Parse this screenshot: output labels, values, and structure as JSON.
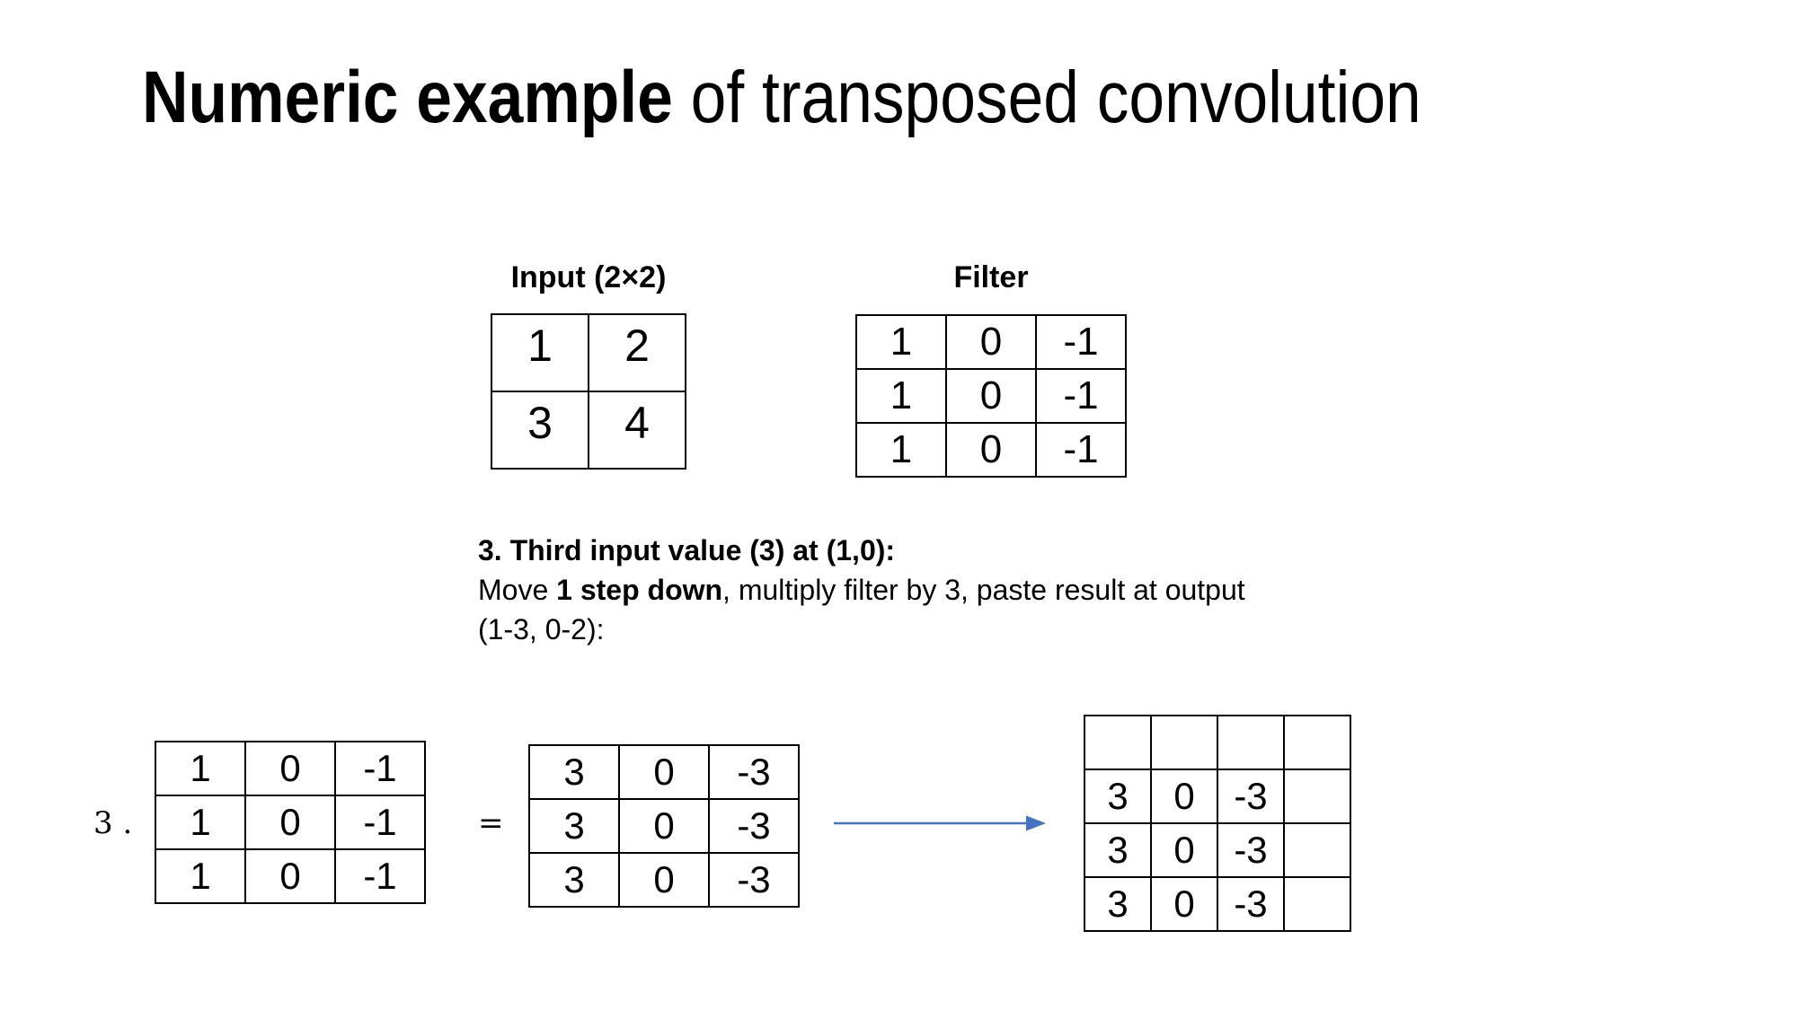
{
  "title": {
    "bold": "Numeric example",
    "regular": " of transposed convolution"
  },
  "input_section": {
    "label": "Input (2×2)",
    "rows": [
      [
        "1",
        "2"
      ],
      [
        "3",
        "4"
      ]
    ]
  },
  "filter_section": {
    "label": "Filter",
    "rows": [
      [
        "1",
        "0",
        "-1"
      ],
      [
        "1",
        "0",
        "-1"
      ],
      [
        "1",
        "0",
        "-1"
      ]
    ]
  },
  "step_text": {
    "line1": "3. Third input value (3) at (1,0):",
    "line2_pre": "Move ",
    "line2_bold": "1 step down",
    "line2_post": ", multiply filter by 3, paste result at output",
    "line3": "(1-3, 0-2):"
  },
  "equation": {
    "multiplier": "3 .",
    "equals_sign": "=",
    "filter_matrix": {
      "rows": [
        [
          "1",
          "0",
          "-1"
        ],
        [
          "1",
          "0",
          "-1"
        ],
        [
          "1",
          "0",
          "-1"
        ]
      ]
    },
    "result_matrix": {
      "rows": [
        [
          "3",
          "0",
          "-3"
        ],
        [
          "3",
          "0",
          "-3"
        ],
        [
          "3",
          "0",
          "-3"
        ]
      ]
    }
  },
  "output_grid": {
    "rows": [
      [
        "",
        "",
        "",
        ""
      ],
      [
        "3",
        "0",
        "-3",
        ""
      ],
      [
        "3",
        "0",
        "-3",
        ""
      ],
      [
        "3",
        "0",
        "-3",
        ""
      ]
    ]
  },
  "colors": {
    "background": "#FFFFFF",
    "text": "#000000",
    "table_border": "#000000",
    "arrow": "#4472C4"
  }
}
